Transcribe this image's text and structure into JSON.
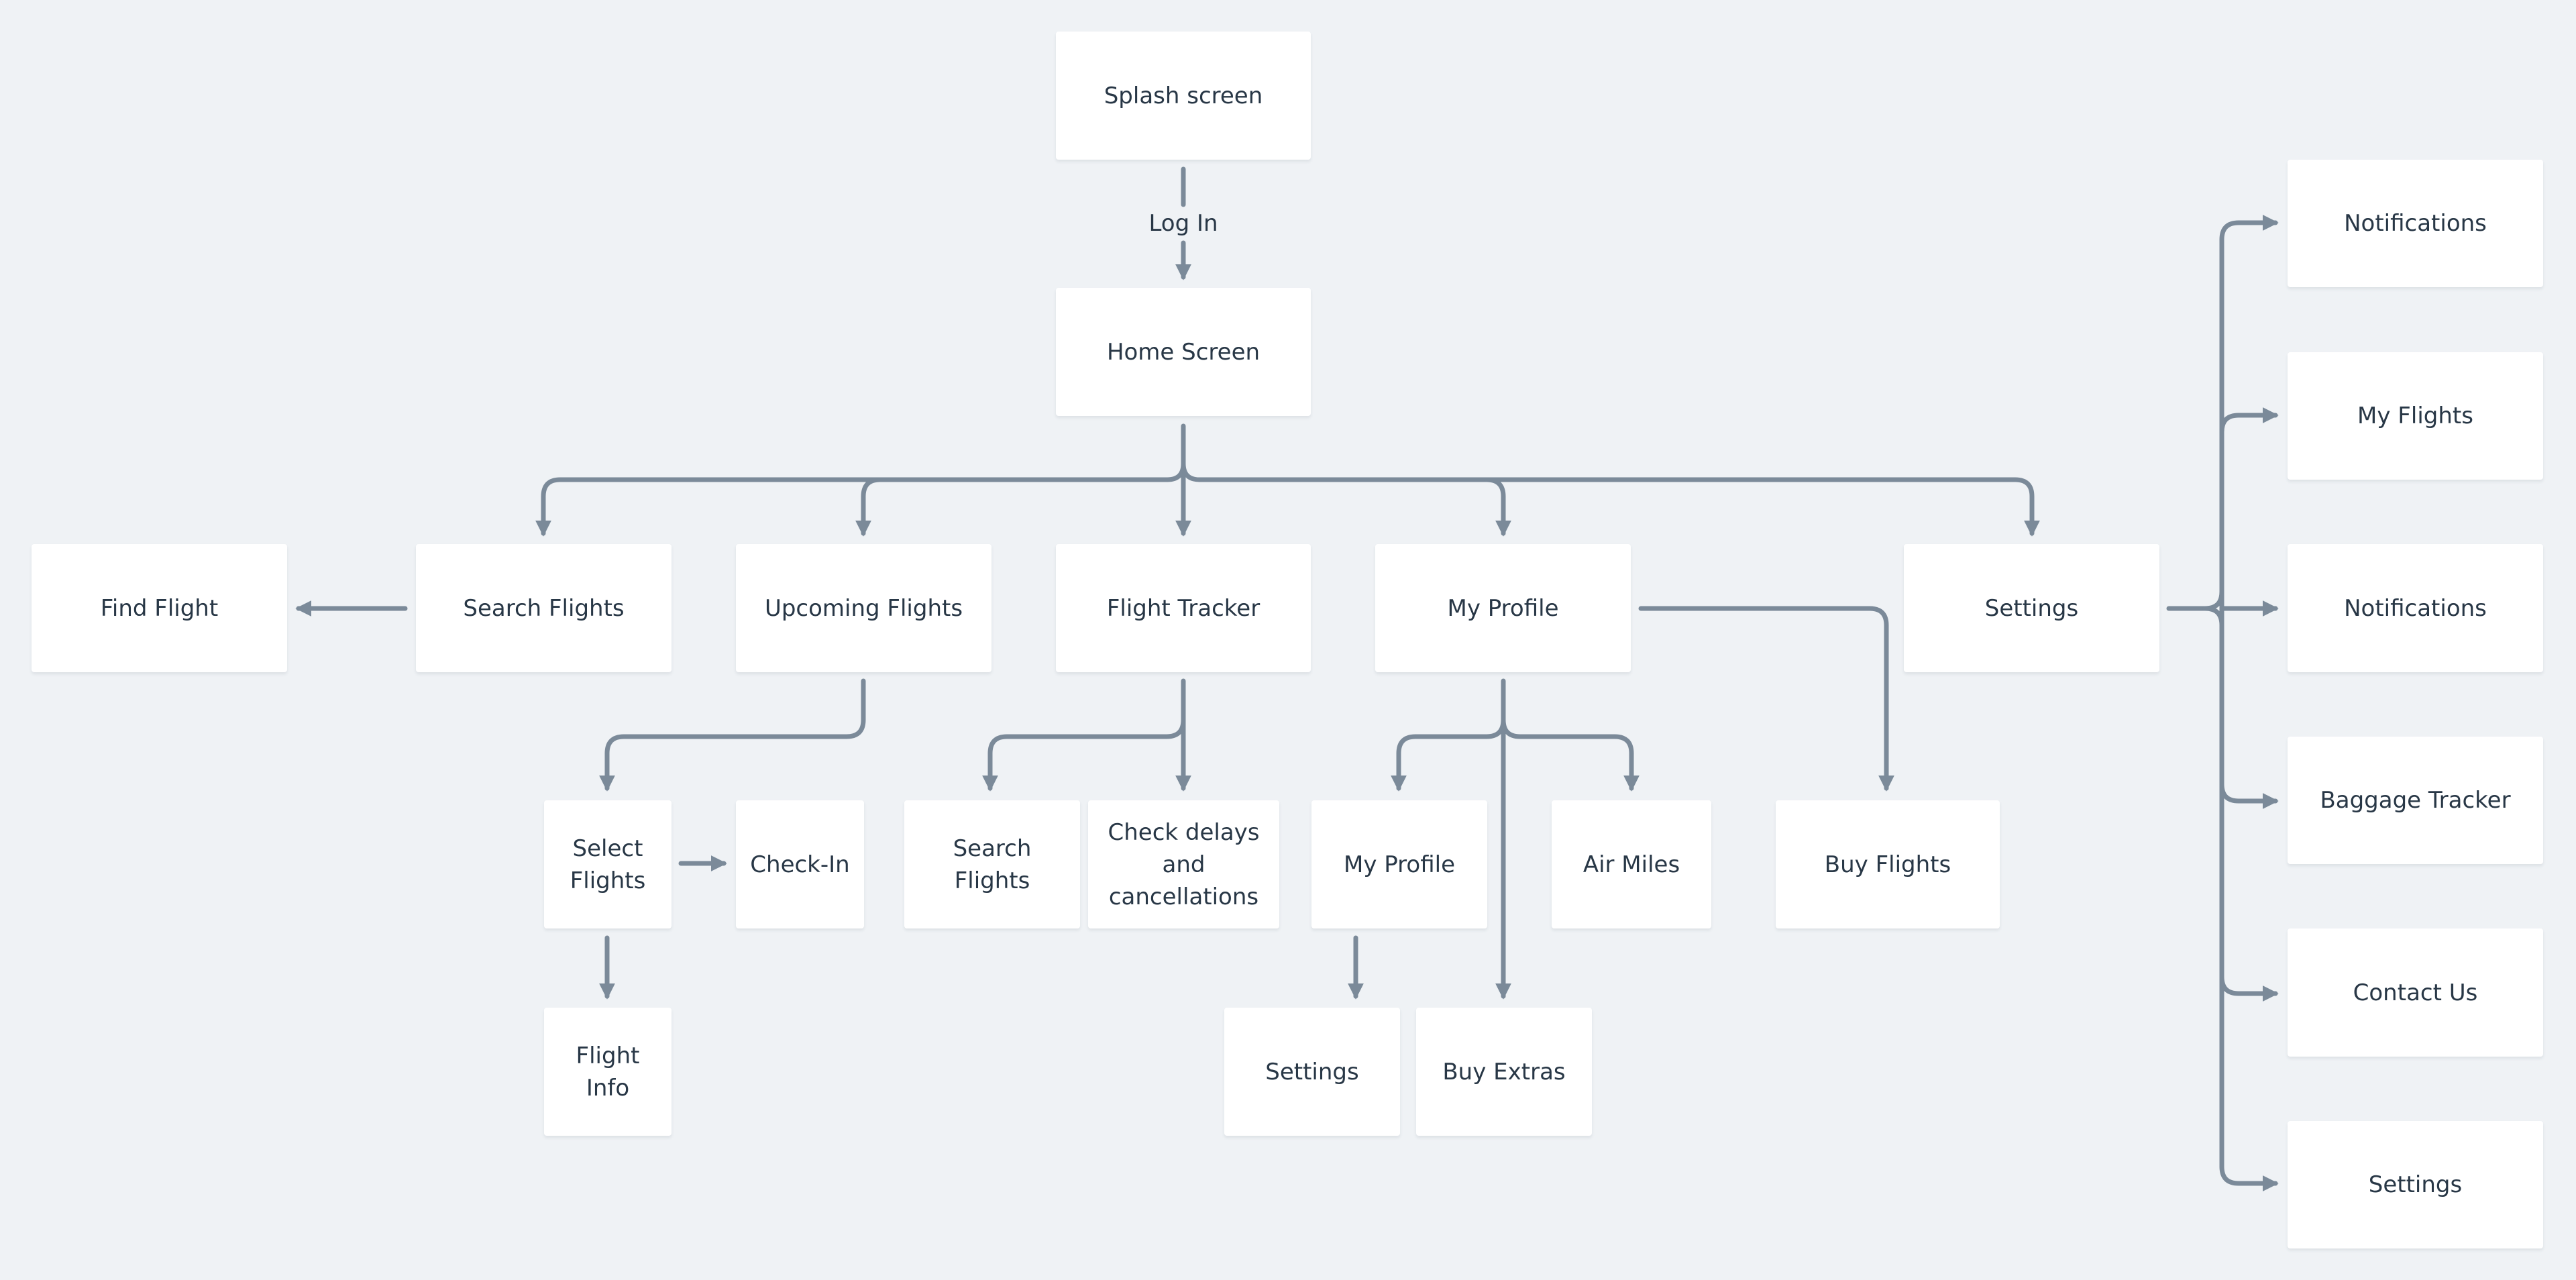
{
  "colors": {
    "background": "#eff2f5",
    "node_fill": "#ffffff",
    "node_text": "#283746",
    "connector": "#7b8a99"
  },
  "nodes": {
    "splash": "Splash screen",
    "home": "Home Screen",
    "find_flight": "Find Flight",
    "search_flights": "Search Flights",
    "upcoming_flights": "Upcoming Flights",
    "flight_tracker": "Flight Tracker",
    "my_profile": "My Profile",
    "settings": "Settings",
    "select_flights": "Select\nFlights",
    "check_in": "Check-In",
    "flight_info": "Flight\nInfo",
    "tracker_search_flights": "Search\nFlights",
    "check_delays": "Check delays\nand\ncancellations",
    "profile_my_profile": "My Profile",
    "air_miles": "Air Miles",
    "buy_flights": "Buy Flights",
    "profile_settings": "Settings",
    "buy_extras": "Buy Extras",
    "settings_notifications_1": "Notifications",
    "settings_my_flights": "My Flights",
    "settings_notifications_2": "Notifications",
    "settings_baggage_tracker": "Baggage Tracker",
    "settings_contact_us": "Contact Us",
    "settings_settings": "Settings"
  },
  "edge_labels": {
    "login": "Log In"
  }
}
